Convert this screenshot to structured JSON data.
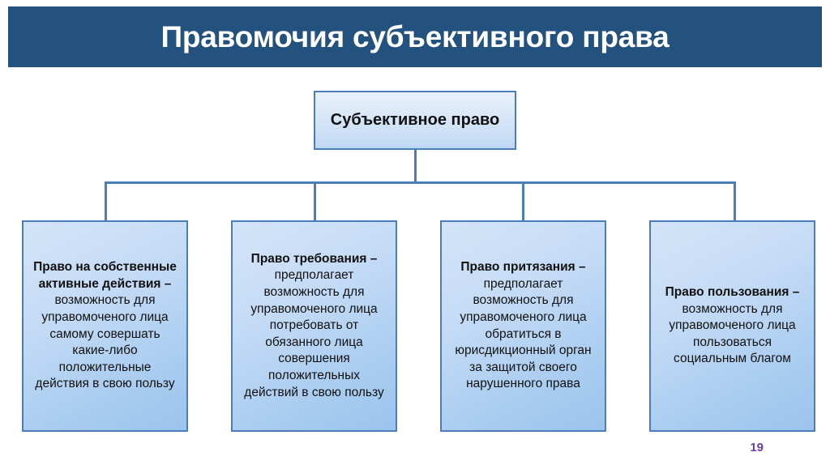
{
  "slide": {
    "title": "Правомочия субъективного права",
    "page_number": "19",
    "colors": {
      "banner": "#24527F",
      "node_border": "#4A7EBB",
      "node_fill_light": "#DCE9F8",
      "node_fill_deep": "#9BC4EE",
      "page_number": "#6B3FA0",
      "title_text": "#FFFFFF"
    }
  },
  "diagram": {
    "type": "hierarchy",
    "root": {
      "label": "Субъективное право"
    },
    "children": [
      {
        "term": "Право на собственные активные действия –",
        "definition": " возможность для управомоченого лица самому совершать какие-либо положительные действия в свою пользу"
      },
      {
        "term": "Право требования –",
        "definition": " предполагает возможность для управомоченого лица потребовать от обязанного лица совершения положительных действий в свою пользу"
      },
      {
        "term": "Право притязания –",
        "definition": " предполагает возможность для управомоченого лица обратиться в юрисдикционный орган за защитой своего нарушенного права"
      },
      {
        "term": "Право пользования –",
        "definition": " возможность для управомоченого лица пользоваться социальным благом"
      }
    ]
  }
}
